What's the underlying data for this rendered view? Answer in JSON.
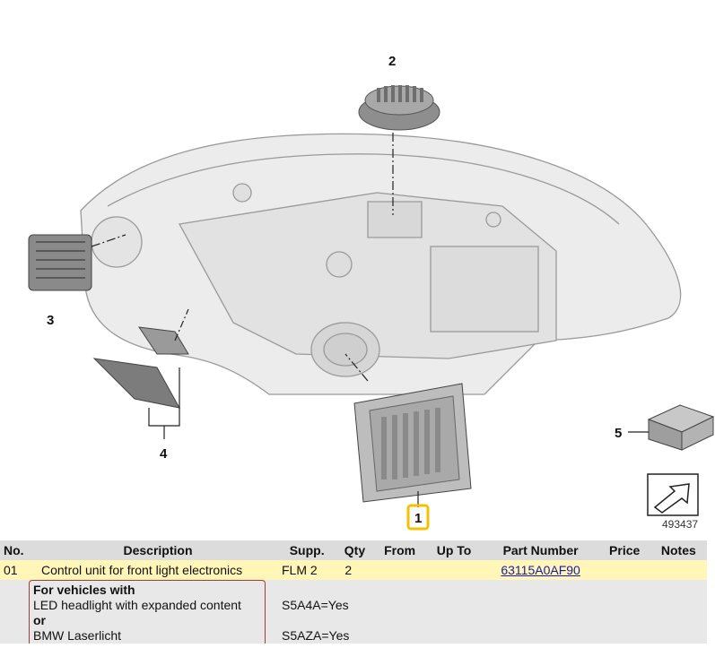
{
  "diagram": {
    "callouts": [
      "1",
      "2",
      "3",
      "4",
      "5"
    ],
    "image_id": "493437",
    "colors": {
      "housing": "#e9e9e9",
      "outline": "#9a9a9a",
      "highlight": "#f2c200"
    },
    "icons": [
      "headlight-housing",
      "led-module-heatsink",
      "driver-module",
      "bracket-module",
      "control-unit",
      "package-box",
      "arrow-icon"
    ]
  },
  "table": {
    "headers": {
      "no": "No.",
      "description": "Description",
      "supp": "Supp.",
      "qty": "Qty",
      "from": "From",
      "upto": "Up To",
      "part_number": "Part Number",
      "price": "Price",
      "notes": "Notes"
    },
    "row": {
      "no": "01",
      "description": "Control unit for front light electronics",
      "supp": "FLM 2",
      "qty": "2",
      "part_number": "63115A0AF90"
    },
    "conditions": {
      "header": "For vehicles with",
      "line1": "LED headlight with expanded content",
      "line1_value": "S5A4A=Yes",
      "or": "or",
      "line2": "BMW Laserlicht",
      "line2_value": "S5AZA=Yes"
    }
  },
  "colors": {
    "header_bg": "#dcdcdc",
    "selected_row": "#fff6b8",
    "condition_bg": "#e8e8e8",
    "link": "#1a1aa6"
  }
}
